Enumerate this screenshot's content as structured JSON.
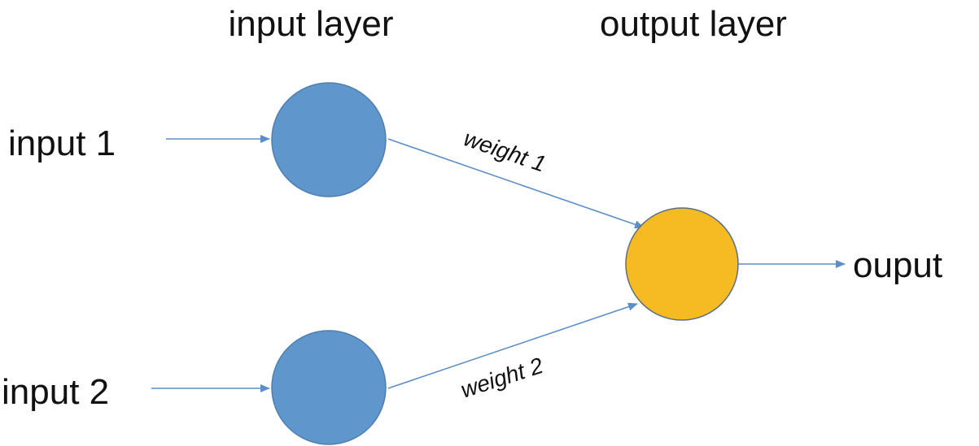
{
  "layers": {
    "input_label": "input layer",
    "output_label": "output layer"
  },
  "inputs": [
    {
      "label": "input 1"
    },
    {
      "label": "input 2"
    }
  ],
  "weights": [
    {
      "label": "weight 1"
    },
    {
      "label": "weight 2"
    }
  ],
  "output": {
    "label": "ouput"
  },
  "colors": {
    "input_node": "#5f97cd",
    "input_node_stroke": "#4f7eaf",
    "output_node": "#f6bb23",
    "output_node_stroke": "#5a6f84",
    "edge": "#5b8fc6",
    "text": "#111111"
  }
}
